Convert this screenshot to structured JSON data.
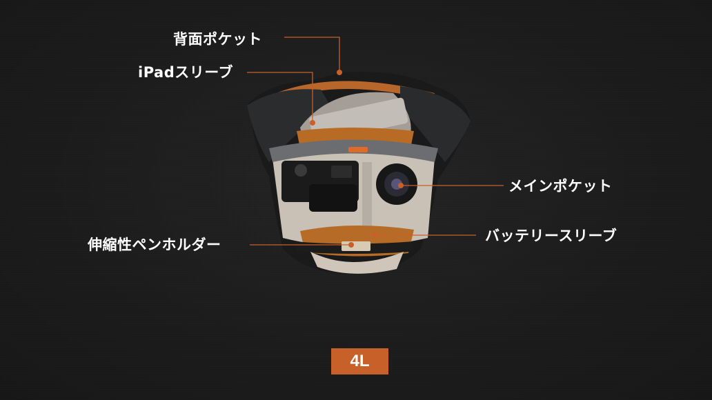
{
  "colors": {
    "background": "#1c1c1c",
    "accent": "#c8602a",
    "text": "#ffffff"
  },
  "callouts": [
    {
      "id": "back-pocket",
      "label": "背面ポケット"
    },
    {
      "id": "ipad-sleeve",
      "label": "iPadスリーブ"
    },
    {
      "id": "main-pocket",
      "label": "メインポケット"
    },
    {
      "id": "battery-sleeve",
      "label": "バッテリースリーブ"
    },
    {
      "id": "pen-holder",
      "label": "伸縮性ペンホルダー"
    }
  ],
  "capacity_badge": {
    "label": "4L"
  },
  "product_image": {
    "alt": "camera-sling-bag-open-interior"
  }
}
